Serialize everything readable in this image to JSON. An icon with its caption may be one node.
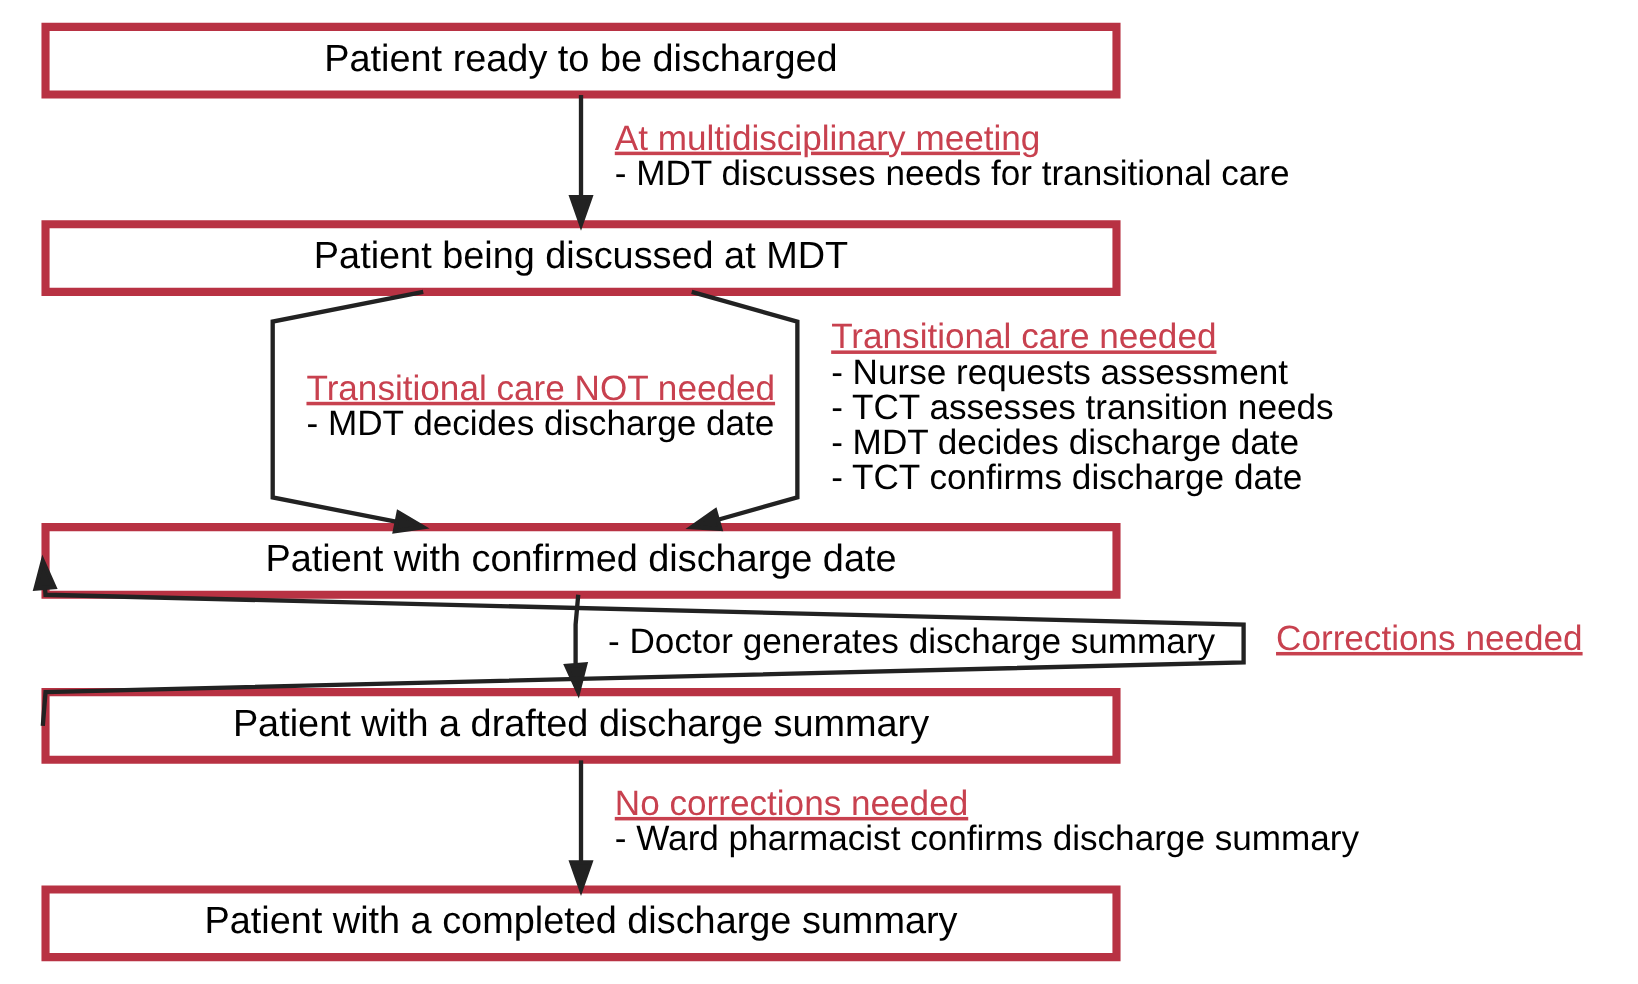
{
  "diagram": {
    "nodes": [
      {
        "text": [
          "Patient ready to be discharged"
        ]
      },
      {
        "text": [
          "Patient being discussed at MDT"
        ]
      },
      {
        "text": [
          "Patient with confirmed discharge date"
        ]
      },
      {
        "text": [
          "Patient with a drafted discharge summary"
        ]
      },
      {
        "text": [
          "Patient with a completed discharge summary"
        ]
      }
    ],
    "edges": [
      {
        "from": 0,
        "to": 1,
        "arrow": "to",
        "label": "At multidisciplinary meeting"
      },
      {
        "from": 1,
        "to": 2,
        "arrow": "to",
        "label": "Transitional care NOT needed"
      },
      {
        "from": 1,
        "to": 2,
        "arrow": "to",
        "label": "Transitional care needed"
      },
      {
        "from": 2,
        "to": 3,
        "arrow": "to"
      },
      {
        "from": 3,
        "to": 2,
        "arrow": "to",
        "label": "Corrections needed"
      },
      {
        "from": 3,
        "to": 4,
        "arrow": "to",
        "label": "No corrections needed"
      }
    ],
    "labels": [
      "- MDT discusses needs for transitional care",
      "- MDT decides discharge date",
      "- Nurse requests assessment",
      "- TCT assesses transition needs",
      "- MDT decides discharge date",
      "- TCT confirms discharge date",
      "- Doctor generates discharge summary",
      "- Ward pharmacist confirms discharge summary"
    ]
  }
}
